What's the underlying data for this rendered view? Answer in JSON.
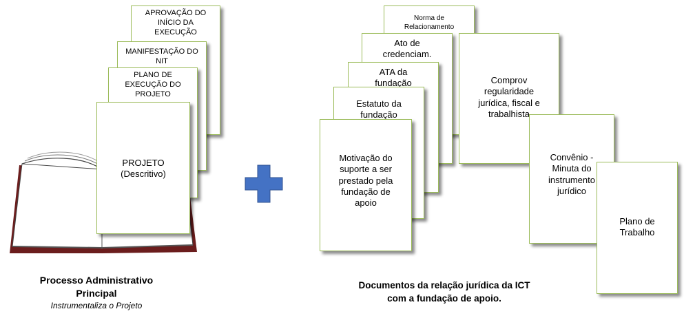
{
  "left_group": {
    "cards": {
      "aprovacao": "APROVAÇÃO DO\nINÍCIO DA\nEXECUÇÃO",
      "manifestacao": "MANIFESTAÇÃO DO\nNIT",
      "plano_execucao": "PLANO DE\nEXECUÇÃO DO\nPROJETO",
      "projeto": "PROJETO\n(Descritivo)"
    },
    "caption_title": "Processo Administrativo\nPrincipal",
    "caption_subtitle": "Instrumentaliza o Projeto"
  },
  "right_group": {
    "cards": {
      "norma": "Norma de\nRelacionamento",
      "ato": "Ato de\ncredenciam.\nção",
      "ata": "ATA da\nfundação",
      "estatuto": "Estatuto da\nfundação",
      "motivacao": "Motivação do\nsuporte a ser\nprestado pela\nfundação de\napoio",
      "comprov": "Comprov\nregularidade\njurídica, fiscal e\ntrabalhista",
      "convenio": "Convênio -\nMinuta do\ninstrumento\njurídico",
      "plano_trabalho": "Plano de\nTrabalho"
    },
    "caption_title": "Documentos da relação jurídica da ICT\ncom a fundação de apoio."
  },
  "colors": {
    "card_border": "#9bbb59",
    "plus": "#4472c4"
  },
  "icons": [
    "open-book-icon",
    "plus-icon"
  ]
}
